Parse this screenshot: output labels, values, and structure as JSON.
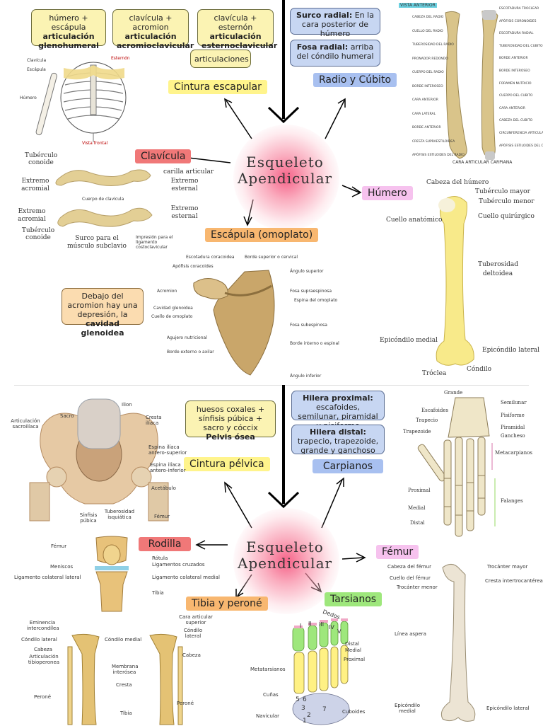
{
  "top": {
    "notes": {
      "humero": {
        "a": "húmero + escápula",
        "b": "articulación glenohumeral"
      },
      "acromion": {
        "a": "clavícula + acromion",
        "b": "articulación acromioclavicular"
      },
      "esternon": {
        "a": "clavícula + esternón",
        "b": "articulación esternoclavicular"
      },
      "articulaciones": "articulaciones",
      "surco": {
        "a": "Surco radial:",
        "b": " En la cara posterior de húmero"
      },
      "fosa": {
        "a": "Fosa radial:",
        "b": " arriba del cóndilo humeral"
      },
      "acromion_dep": {
        "a": "Debajo del acromion hay una depresión, la ",
        "b": "cavidad glenoidea"
      }
    },
    "labels": {
      "cintura": "Cintura escapular",
      "radio": "Radio y Cúbito",
      "clavicula": "Clavícula",
      "humero": "Húmero",
      "escapula": "Escápula (omoplato)"
    },
    "title": {
      "l1": "Esqueleto",
      "l2": "Apendicular"
    },
    "skeleton": {
      "clavicula": "Clavícula",
      "escapula": "Escápula",
      "humero": "Húmero",
      "esternon": "Esternón",
      "vista": "Vista frontal"
    },
    "clav": {
      "conoide": "Tubérculo conoide",
      "acromial": "Extremo acromial",
      "carilla": "carilla articular",
      "esternal": "Extremo esternal",
      "acromial2": "Extremo acromial",
      "conoide2": "Tubérculo conoide",
      "esternal2": "Extremo esternal",
      "surco": "Surco para el músculo subclavio",
      "cuerpo": "Cuerpo de clavícula",
      "impresion": "Impresión para el ligamento costoclavicular"
    },
    "radio_labels": {
      "vista": "VISTA ANTERIOR",
      "left": [
        "CABEZA DEL RADIO",
        "CUELLO DEL RADIO",
        "TUBEROSIDAD DEL RADIO",
        "PRONADOR REDONDO",
        "CUERPO DEL RADIO",
        "BORDE INTEROSEO",
        "CARA ANTERIOR",
        "CARA LATERAL",
        "BORDE ANTERIOR",
        "CRESTA SUPRAESTILOIDEA",
        "APÓFISIS ESTILOIDES DEL RADIO"
      ],
      "right": [
        "ESCOTADURA TROCLEAR",
        "APÓFISIS CORONOIDES",
        "ESCOTADURA RADIAL",
        "TUBEROSIDAD DEL CUBITO",
        "BORDE ANTERIOR",
        "BORDE INTEROSEO",
        "FORAMEN NUTRICIO",
        "CUERPO DEL CUBITO",
        "CARA ANTERIOR",
        "CABEZA DEL CUBITO",
        "CIRCUNFERENCIA ARTICULAR",
        "APÓFISIS ESTILOIDES DEL CUBITO"
      ],
      "bottom": "CARA ARTICULAR CARPIANA"
    },
    "humero_labels": {
      "cabeza": "Cabeza del húmero",
      "mayor": "Tubérculo mayor",
      "menor": "Tubérculo menor",
      "quirurgico": "Cuello quirúrgico",
      "anatomico": "Cuello anatómico",
      "deltoidea": "Tuberosidad deltoidea",
      "medial": "Epicóndilo medial",
      "lateral": "Epicóndilo lateral",
      "troclea": "Tróclea",
      "condilo": "Cóndilo"
    },
    "escapula_labels": {
      "escotadura": "Escotadura coracoidea",
      "borde_sup": "Borde superior o cervical",
      "apofisis": "Apófisis coracoides",
      "ang_sup": "Ángulo superior",
      "acromion": "Acromion",
      "supra": "Fosa supraespinosa",
      "espina": "Espina del omoplato",
      "cavidad": "Cavidad glenoidea",
      "cuello": "Cuello de omoplato",
      "sub": "Fosa subespinosa",
      "agujero": "Agujero nutricional",
      "interno": "Borde interno o espinal",
      "externo": "Borde externo o axilar",
      "ang_inf": "Ángulo inferior"
    }
  },
  "bottom": {
    "notes": {
      "pelvis": {
        "a": "huesos coxales + sínfisis púbica + sacro y cóccix",
        "b": "Pelvis ósea"
      },
      "proximal": {
        "a": "Hilera proximal:",
        "b": " escafoides, semilunar, piramidal y pisiforme"
      },
      "distal": {
        "a": "Hilera distal:",
        "b": " trapecio, trapezoide, grande y ganchoso"
      }
    },
    "labels": {
      "pelvica": "Cintura pélvica",
      "carpianos": "Carpianos",
      "rodilla": "Rodilla",
      "femur": "Fémur",
      "tibia": "Tibia y peroné",
      "tarsianos": "Tarsianos"
    },
    "title": {
      "l1": "Esqueleto",
      "l2": "Apendicular"
    },
    "pelvis_labels": {
      "sacro": "Sacro",
      "ilion": "Ilion",
      "sacroiliaca": "Articulación sacroilíaca",
      "cresta": "Cresta ilíaca",
      "antsup": "Espina ilíaca antero-superior",
      "antinf": "Espina ilíaca antero-inferior",
      "acetabulo": "Acetábulo",
      "sinfisis": "Sínfisis púbica",
      "isquiatica": "Tuberosidad isquiática",
      "femur": "Fémur"
    },
    "mano_labels": {
      "grande": "Grande",
      "semilunar": "Semilunar",
      "escafoides": "Escafoides",
      "piramidal": "Piramidal",
      "pisiforme": "Pisiforme",
      "trapecio": "Trapecio",
      "trapezoide": "Trapezoide",
      "ganchoso": "Gancheso",
      "metacarpianos": "Metacarpianos",
      "proximal": "Proximal",
      "medial": "Medial",
      "distal": "Distal",
      "falanges": "Falanges"
    },
    "rodilla_labels": {
      "femur": "Fémur",
      "rotula": "Rótula",
      "cruzados": "Ligamentos cruzados",
      "meniscos": "Meniscos",
      "col_lat": "Ligamento colateral lateral",
      "col_med": "Ligamento colateral medial",
      "tibia": "Tibia"
    },
    "femur_labels": {
      "cabeza": "Cabeza del fémur",
      "mayor": "Trocánter mayor",
      "cuello": "Cuello del fémur",
      "inter": "Cresta intertrocantérea",
      "menor": "Trocánter menor",
      "aspera": "Línea aspera",
      "medial": "Epicóndilo medial",
      "lateral": "Epicóndilo lateral"
    },
    "tibia_labels": {
      "eminencia": "Eminencia intercondílea",
      "lateral": "Cóndilo lateral",
      "medial": "Cóndilo medial",
      "cabeza": "Cabeza",
      "artic": "Articulación tibioperonea",
      "membrana": "Membrana interósea",
      "cresta": "Cresta",
      "perone": "Peroné",
      "tibia": "Tibia",
      "cara": "Cara articular superior",
      "condilo_lat": "Cóndilo lateral",
      "cabeza2": "Cabeza",
      "perone2": "Peroné"
    },
    "pie_labels": {
      "dedos": "Dedos",
      "distal": "Distal",
      "medial": "Medial",
      "proximal": "Proximal",
      "metatarsianos": "Metatarsianos",
      "cunas": "Cuñas",
      "navicular": "Navicular",
      "cuboides": "Cuboides",
      "numerals": [
        "I",
        "II",
        "III",
        "IV",
        "V"
      ],
      "nums": [
        "5",
        "6",
        "3",
        "7",
        "2",
        "1"
      ]
    }
  }
}
